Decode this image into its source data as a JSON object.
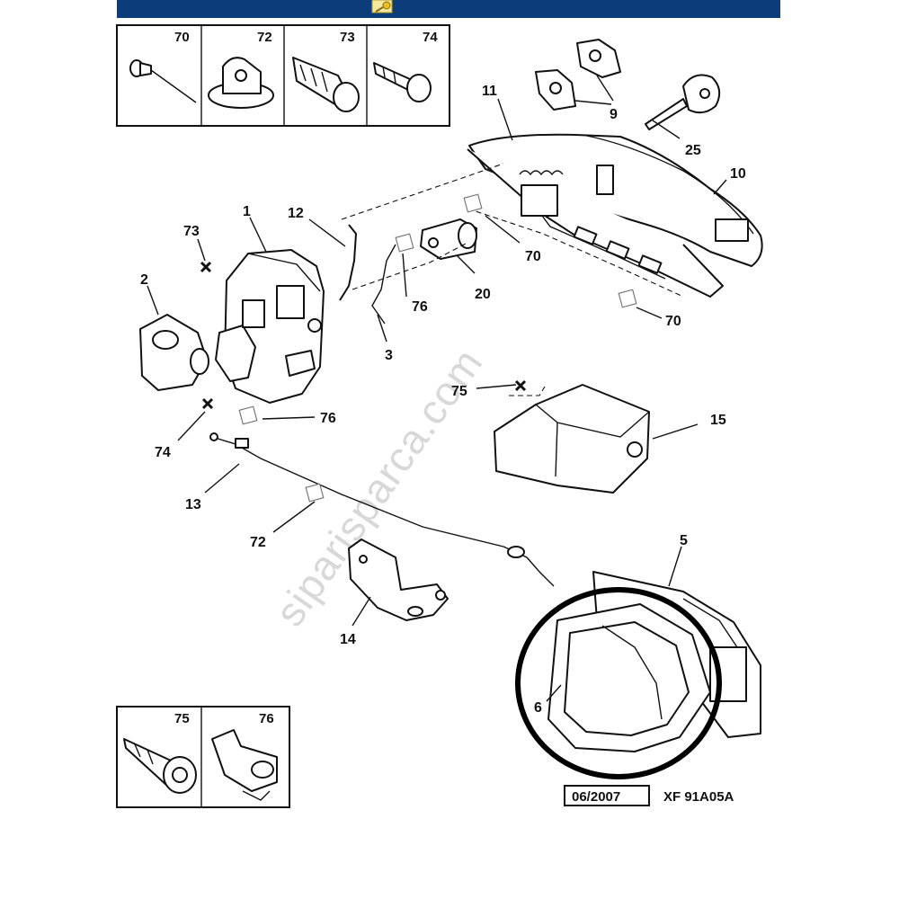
{
  "header": {
    "bar_color": "#0c3c7a",
    "icon": "key-icon",
    "icon_color": "#e8c020"
  },
  "top_inset_labels": [
    "70",
    "72",
    "73",
    "74"
  ],
  "bottom_inset_labels": [
    "75",
    "76"
  ],
  "callouts": {
    "c1": "1",
    "c2": "2",
    "c3": "3",
    "c5": "5",
    "c6": "6",
    "c9": "9",
    "c10": "10",
    "c11": "11",
    "c12": "12",
    "c13": "13",
    "c14": "14",
    "c15": "15",
    "c20": "20",
    "c25": "25",
    "c70a": "70",
    "c70b": "70",
    "c72": "72",
    "c73": "73",
    "c74": "74",
    "c75": "75",
    "c76a": "76",
    "c76b": "76"
  },
  "footer": {
    "date": "06/2007",
    "reference": "XF 91A05A"
  },
  "watermark": "siparisparca.com"
}
